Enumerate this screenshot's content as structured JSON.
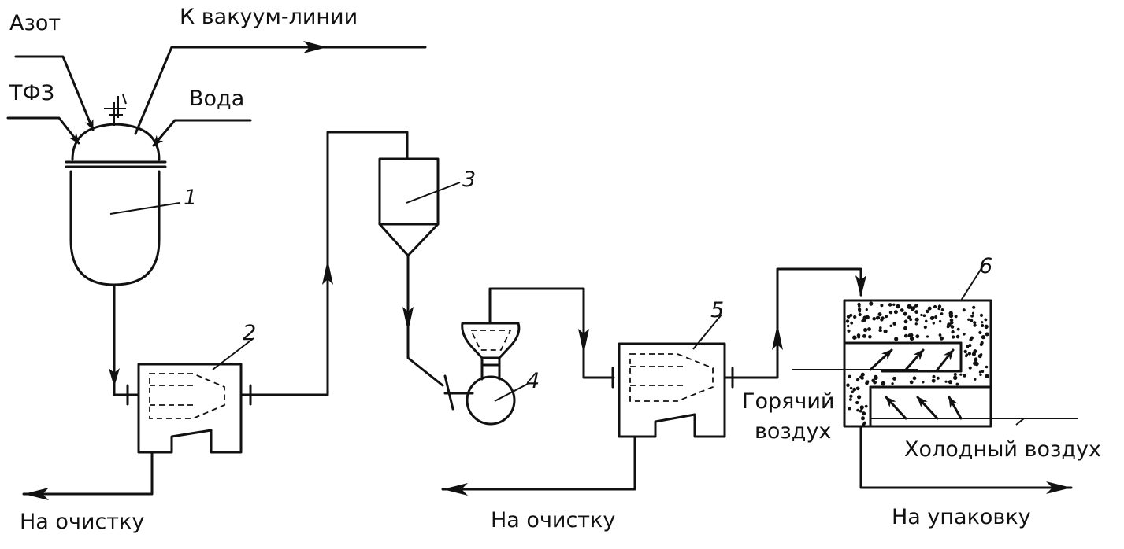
{
  "labels": {
    "nitrogen": "Азот",
    "vacuum_line": "К вакуум-линии",
    "tfz": "ТФЗ",
    "water": "Вода",
    "to_cleaning_1": "На очистку",
    "to_cleaning_2": "На очистку",
    "hot_air_1": "Горячий",
    "hot_air_2": "воздух",
    "cold_air": "Холодный воздух",
    "to_packing": "На упаковку"
  },
  "units": {
    "u1": "1",
    "u2": "2",
    "u3": "3",
    "u4": "4",
    "u5": "5",
    "u6": "6"
  }
}
